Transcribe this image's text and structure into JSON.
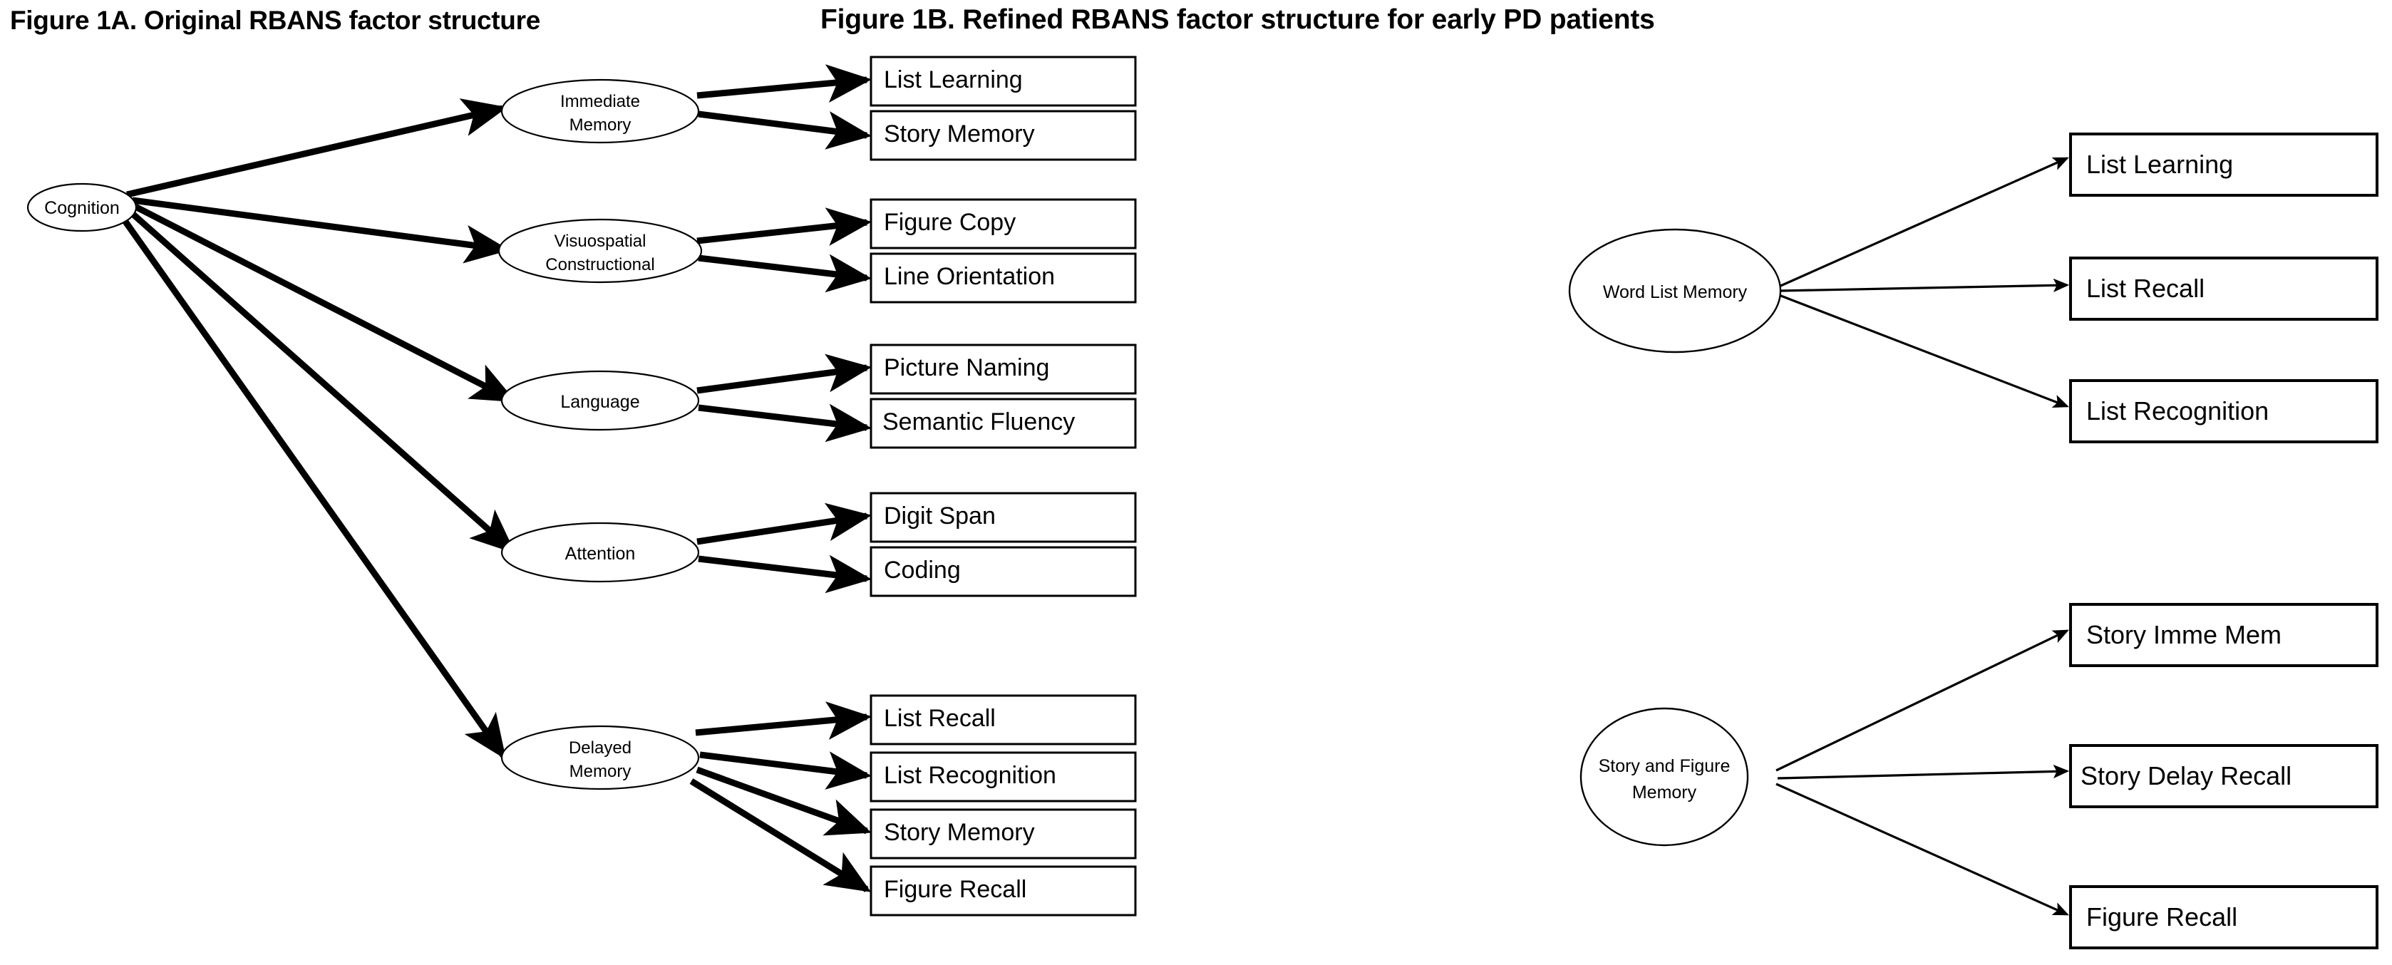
{
  "figures": [
    {
      "id": "figure-1a",
      "title": "Figure 1A. Original RBANS factor structure",
      "root": {
        "label": "Cognition"
      },
      "factors": [
        {
          "label_line1": "Immediate",
          "label_line2": "Memory",
          "indicators": [
            "List Learning",
            "Story Memory"
          ]
        },
        {
          "label_line1": "Visuospatial",
          "label_line2": "Constructional",
          "indicators": [
            "Figure Copy",
            "Line Orientation"
          ]
        },
        {
          "label_line1": "Language",
          "label_line2": "",
          "indicators": [
            "Picture Naming",
            "Semantic Fluency"
          ]
        },
        {
          "label_line1": "Attention",
          "label_line2": "",
          "indicators": [
            "Digit Span",
            "Coding"
          ]
        },
        {
          "label_line1": "Delayed",
          "label_line2": "Memory",
          "indicators": [
            "List Recall",
            "List Recognition",
            "Story Memory",
            "Figure Recall"
          ]
        }
      ]
    },
    {
      "id": "figure-1b",
      "title": "Figure 1B. Refined RBANS factor structure for early PD patients",
      "factors": [
        {
          "label_line1": "Word List Memory",
          "label_line2": "",
          "indicators": [
            "List Learning",
            "List Recall",
            "List Recognition"
          ]
        },
        {
          "label_line1": "Story and Figure",
          "label_line2": "Memory",
          "indicators": [
            "Story Imme Mem",
            "Story Delay Recall",
            "Figure Recall"
          ]
        }
      ]
    }
  ],
  "style": {
    "stroke_color": "#000000",
    "fill_color": "#ffffff",
    "background": "#ffffff"
  }
}
